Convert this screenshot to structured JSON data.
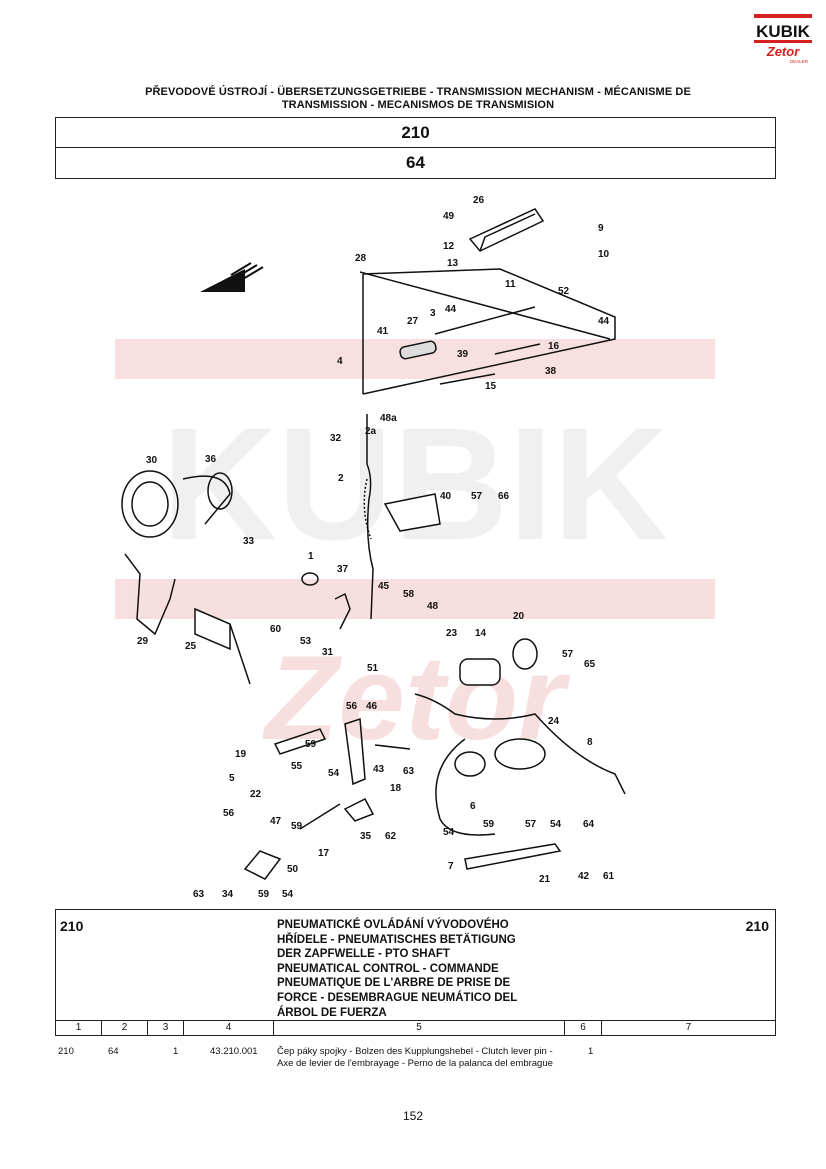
{
  "logo": {
    "line1": "KUBIK",
    "line2": "Zetor",
    "line3": "DEALER"
  },
  "header": {
    "title_line1": "PŘEVODOVÉ ÚSTROJÍ - ÜBERSETZUNGSGETRIEBE - TRANSMISSION MECHANISM - MÉCANISME DE",
    "title_line2": "TRANSMISSION - MECANISMOS DE TRANSMISION"
  },
  "section_number": "210",
  "group_number": "64",
  "part_labels": [
    "26",
    "49",
    "9",
    "12",
    "10",
    "13",
    "28",
    "11",
    "52",
    "44",
    "3",
    "44",
    "41",
    "27",
    "16",
    "39",
    "4",
    "38",
    "15",
    "48a",
    "2a",
    "32",
    "2",
    "40",
    "57",
    "66",
    "30",
    "36",
    "33",
    "1",
    "37",
    "45",
    "58",
    "48",
    "29",
    "25",
    "60",
    "53",
    "31",
    "51",
    "20",
    "23",
    "14",
    "57",
    "65",
    "56",
    "46",
    "24",
    "8",
    "19",
    "59",
    "43",
    "55",
    "63",
    "5",
    "54",
    "22",
    "18",
    "56",
    "47",
    "59",
    "35",
    "62",
    "17",
    "6",
    "57",
    "54",
    "64",
    "54",
    "59",
    "50",
    "21",
    "42",
    "61",
    "63",
    "34",
    "59",
    "54",
    "7"
  ],
  "group": {
    "left_number": "210",
    "right_number": "210",
    "description": "PNEUMATICKÉ OVLÁDÁNÍ VÝVODOVÉHO\nHŘÍDELE - PNEUMATISCHES BETÄTIGUNG\nDER ZAPFWELLE - PTO SHAFT\nPNEUMATICAL CONTROL - COMMANDE\nPNEUMATIQUE DE L'ARBRE DE PRISE DE\nFORCE - DESEMBRAGUE NEUMÁTICO DEL\nÁRBOL DE FUERZA"
  },
  "columns": [
    "1",
    "2",
    "3",
    "4",
    "5",
    "6",
    "7"
  ],
  "rows": [
    {
      "c1": "210",
      "c2": "64",
      "c3": "1",
      "c4": "43.210.001",
      "c5": "Čep páky spojky - Bolzen des Kupplungshebel - Clutch lever pin - Axe de levier de l'embrayage - Perno de la palanca del embrague",
      "c6": "1"
    }
  ],
  "page_number": "152"
}
